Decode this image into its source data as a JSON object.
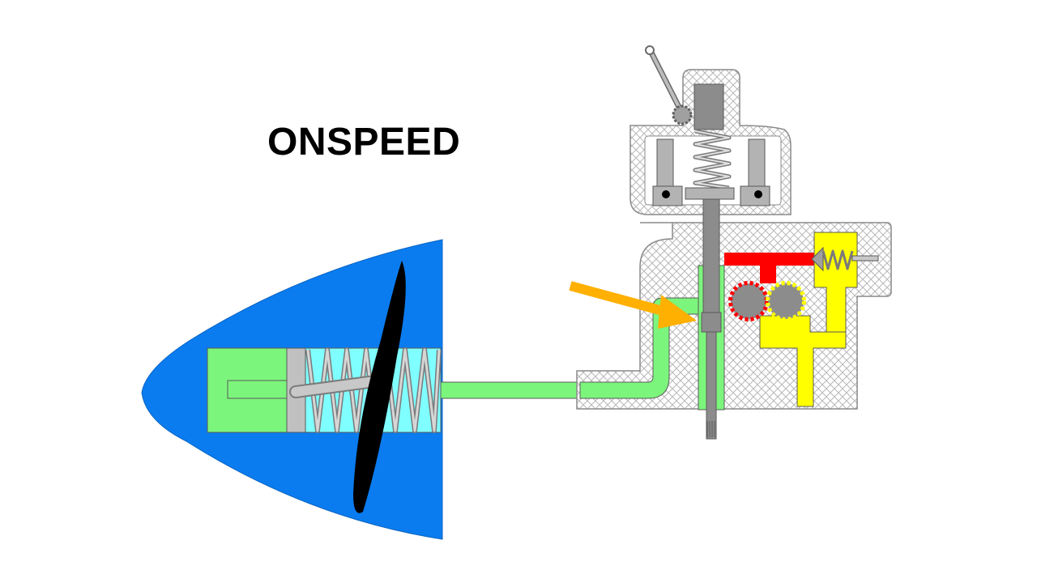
{
  "diagram": {
    "title": "ONSPEED",
    "state": "onspeed",
    "components": [
      "propeller-hub",
      "propeller-blade",
      "pitch-change-piston",
      "feathering-spring",
      "governor-body",
      "flyweights",
      "speeder-spring",
      "pilot-valve",
      "gear-pump",
      "pressure-relief-valve",
      "oil-passage"
    ],
    "colors": {
      "hub": "#0a7cf0",
      "oil_to_hub": "#7cf57c",
      "pump_pressure": "#ff0000",
      "pump_supply": "#ffff00",
      "spring_chamber": "#7fffff",
      "governor_metal": "#8c8c8c",
      "flow_arrow": "#ffb000",
      "blade": "#000000"
    },
    "arrow_icon": "flow-arrow-icon"
  }
}
